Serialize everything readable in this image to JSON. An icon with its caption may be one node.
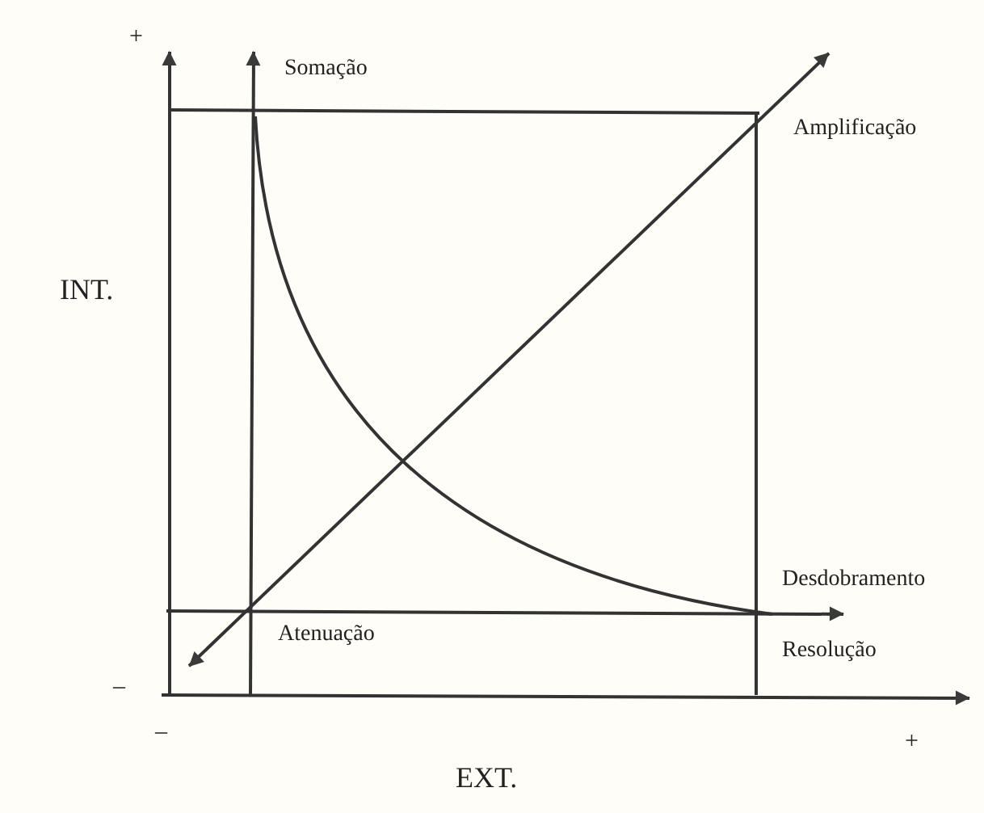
{
  "diagram": {
    "labels": [
      "+",
      "Somação",
      "Amplificação",
      "INT.",
      "Desdobramento",
      "Atenuação",
      "Resolução",
      "–",
      "–",
      "+",
      "EXT."
    ]
  }
}
